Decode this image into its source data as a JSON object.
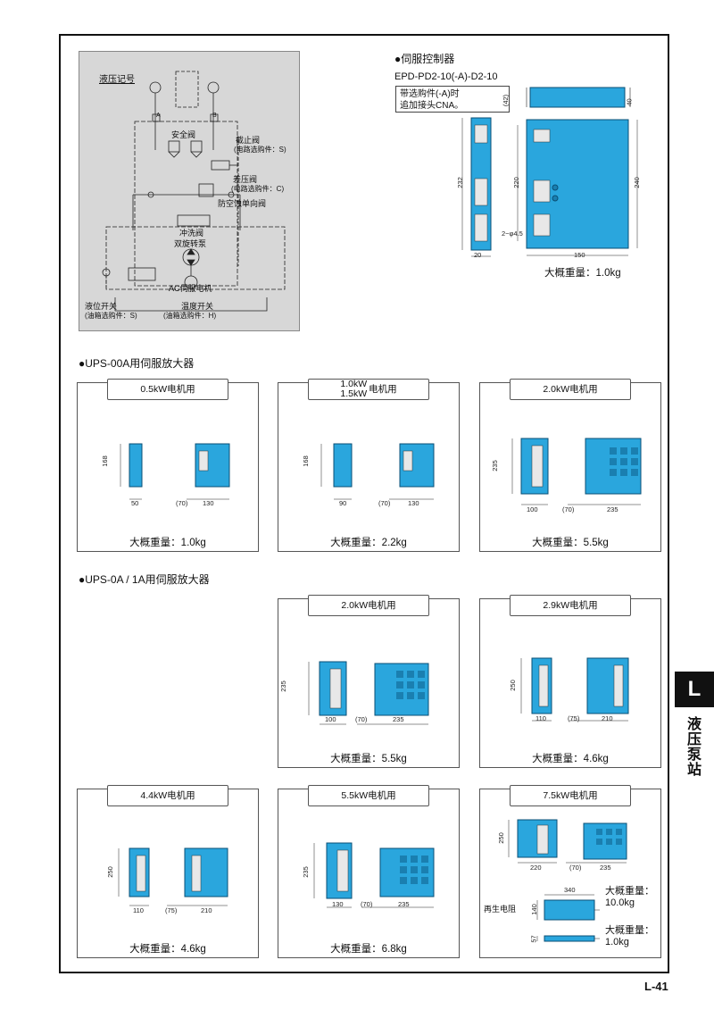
{
  "hydraulic": {
    "title": "液压记号",
    "port_a": "A",
    "port_b": "B",
    "safety_valve": "安全阀",
    "stop_valve": "截止阀",
    "stop_valve_note": "(电路选购件：S)",
    "diff_valve": "差压阀",
    "diff_valve_note": "(电路选购件：C)",
    "anti_cav_valve": "防空蚀单向阀",
    "flush_valve": "冲洗阀",
    "bidir_pump": "双旋转泵",
    "ac_motor": "AC伺服电机",
    "level_switch": "液位开关",
    "level_switch_note": "(油箱选购件：S)",
    "temp_switch": "温度开关",
    "temp_switch_note": "(油箱选购件：H)"
  },
  "controller": {
    "section": "●伺服控制器",
    "model": "EPD-PD2-10(-A)-D2-10",
    "note_line1": "带选购件(-A)时",
    "note_line2": "追加接头CNA。",
    "dims": {
      "d42": "(42)",
      "d40": "40",
      "d232": "232",
      "d220": "220",
      "d240": "240",
      "d20": "20",
      "d150": "150",
      "hole": "2−φ4.5"
    },
    "weight": "大概重量：1.0kg"
  },
  "ups00a": {
    "section": "●UPS-00A用伺服放大器",
    "cards": [
      {
        "title": "0.5kW电机用",
        "h": "168",
        "w1": "50",
        "w0": "(70)",
        "w2": "130",
        "weight": "大概重量：1.0kg"
      },
      {
        "title_a": "1.0kW",
        "title_b": "1.5kW",
        "title_c": "电机用",
        "h": "168",
        "w1": "90",
        "w0": "(70)",
        "w2": "130",
        "weight": "大概重量：2.2kg"
      },
      {
        "title": "2.0kW电机用",
        "h": "235",
        "w1": "100",
        "w0": "(70)",
        "w2": "235",
        "weight": "大概重量：5.5kg"
      }
    ]
  },
  "ups0a": {
    "section": "●UPS-0A / 1A用伺服放大器",
    "cards": [
      {
        "title": "2.0kW电机用",
        "h": "235",
        "w1": "100",
        "w0": "(70)",
        "w2": "235",
        "weight": "大概重量：5.5kg"
      },
      {
        "title": "2.9kW电机用",
        "h": "250",
        "w1": "110",
        "w0": "(75)",
        "w2": "210",
        "weight": "大概重量：4.6kg"
      },
      {
        "title": "4.4kW电机用",
        "h": "250",
        "w1": "110",
        "w0": "(75)",
        "w2": "210",
        "weight": "大概重量：4.6kg"
      },
      {
        "title": "5.5kW电机用",
        "h": "235",
        "w1": "130",
        "w0": "(70)",
        "w2": "235",
        "weight": "大概重量：6.8kg"
      },
      {
        "title": "7.5kW电机用",
        "h": "250",
        "w1": "220",
        "w0": "(70)",
        "w2": "235",
        "regen_label": "再生电阻",
        "regen_w": "340",
        "regen_h": "140",
        "regen_h2": "57",
        "weight1": "大概重量：10.0kg",
        "weight2": "大概重量：1.0kg"
      }
    ]
  },
  "sidebar": {
    "letter": "L",
    "text": "液压泵站"
  },
  "page_number": "L-41",
  "colors": {
    "device_blue": "#2aa6dd",
    "outline": "#0a4f75",
    "panel_gray": "#d7d7d7"
  }
}
